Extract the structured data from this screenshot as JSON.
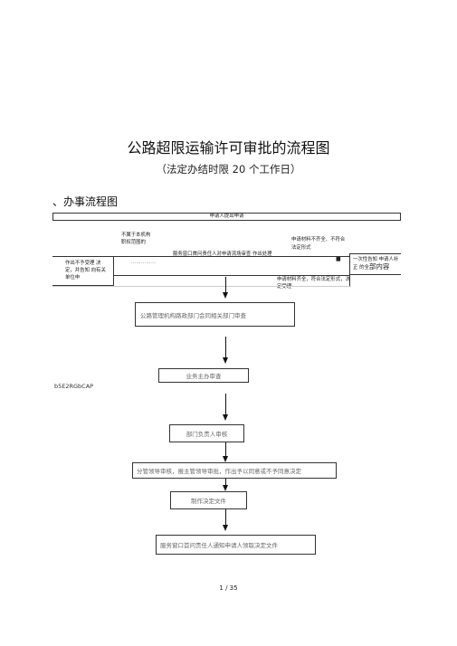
{
  "doc": {
    "title": "公路超限运输许可审批的流程图",
    "subtitle": "（法定办结时限 20 个工作日）",
    "section_heading": "、办事流程图"
  },
  "flow": {
    "top_bar": "申请人提出申请",
    "left_box": "作出不予受理 决定，并告知 向有关单位申",
    "not_in_scope": "不属于本机构职权范围的",
    "dashes": "……………",
    "center_label": "服务窗口首问责任人对申请流场审查 作出处理",
    "mid_marker": "■",
    "incomplete_top": "申请材料不齐全、不符合法定形式",
    "right_box_small": "一次性告知 申请人补正 的全",
    "right_box_big": "部内容",
    "complete": "申请材料齐全，符合法定形式，决定受理",
    "step1": "公路管理机构路政部门会同相关部门审查",
    "step2": "业务主办审查",
    "step3": "部门负责人审核",
    "step4": "分管领导审核，报主管领导审批，作出予以同意或不予同意决定",
    "step5": "制作决定文件",
    "step6": "服务窗口首问责任人通知申请人领取决定文件"
  },
  "footer": {
    "code": "b5E2RGbCAP",
    "page": "1 / 35"
  }
}
